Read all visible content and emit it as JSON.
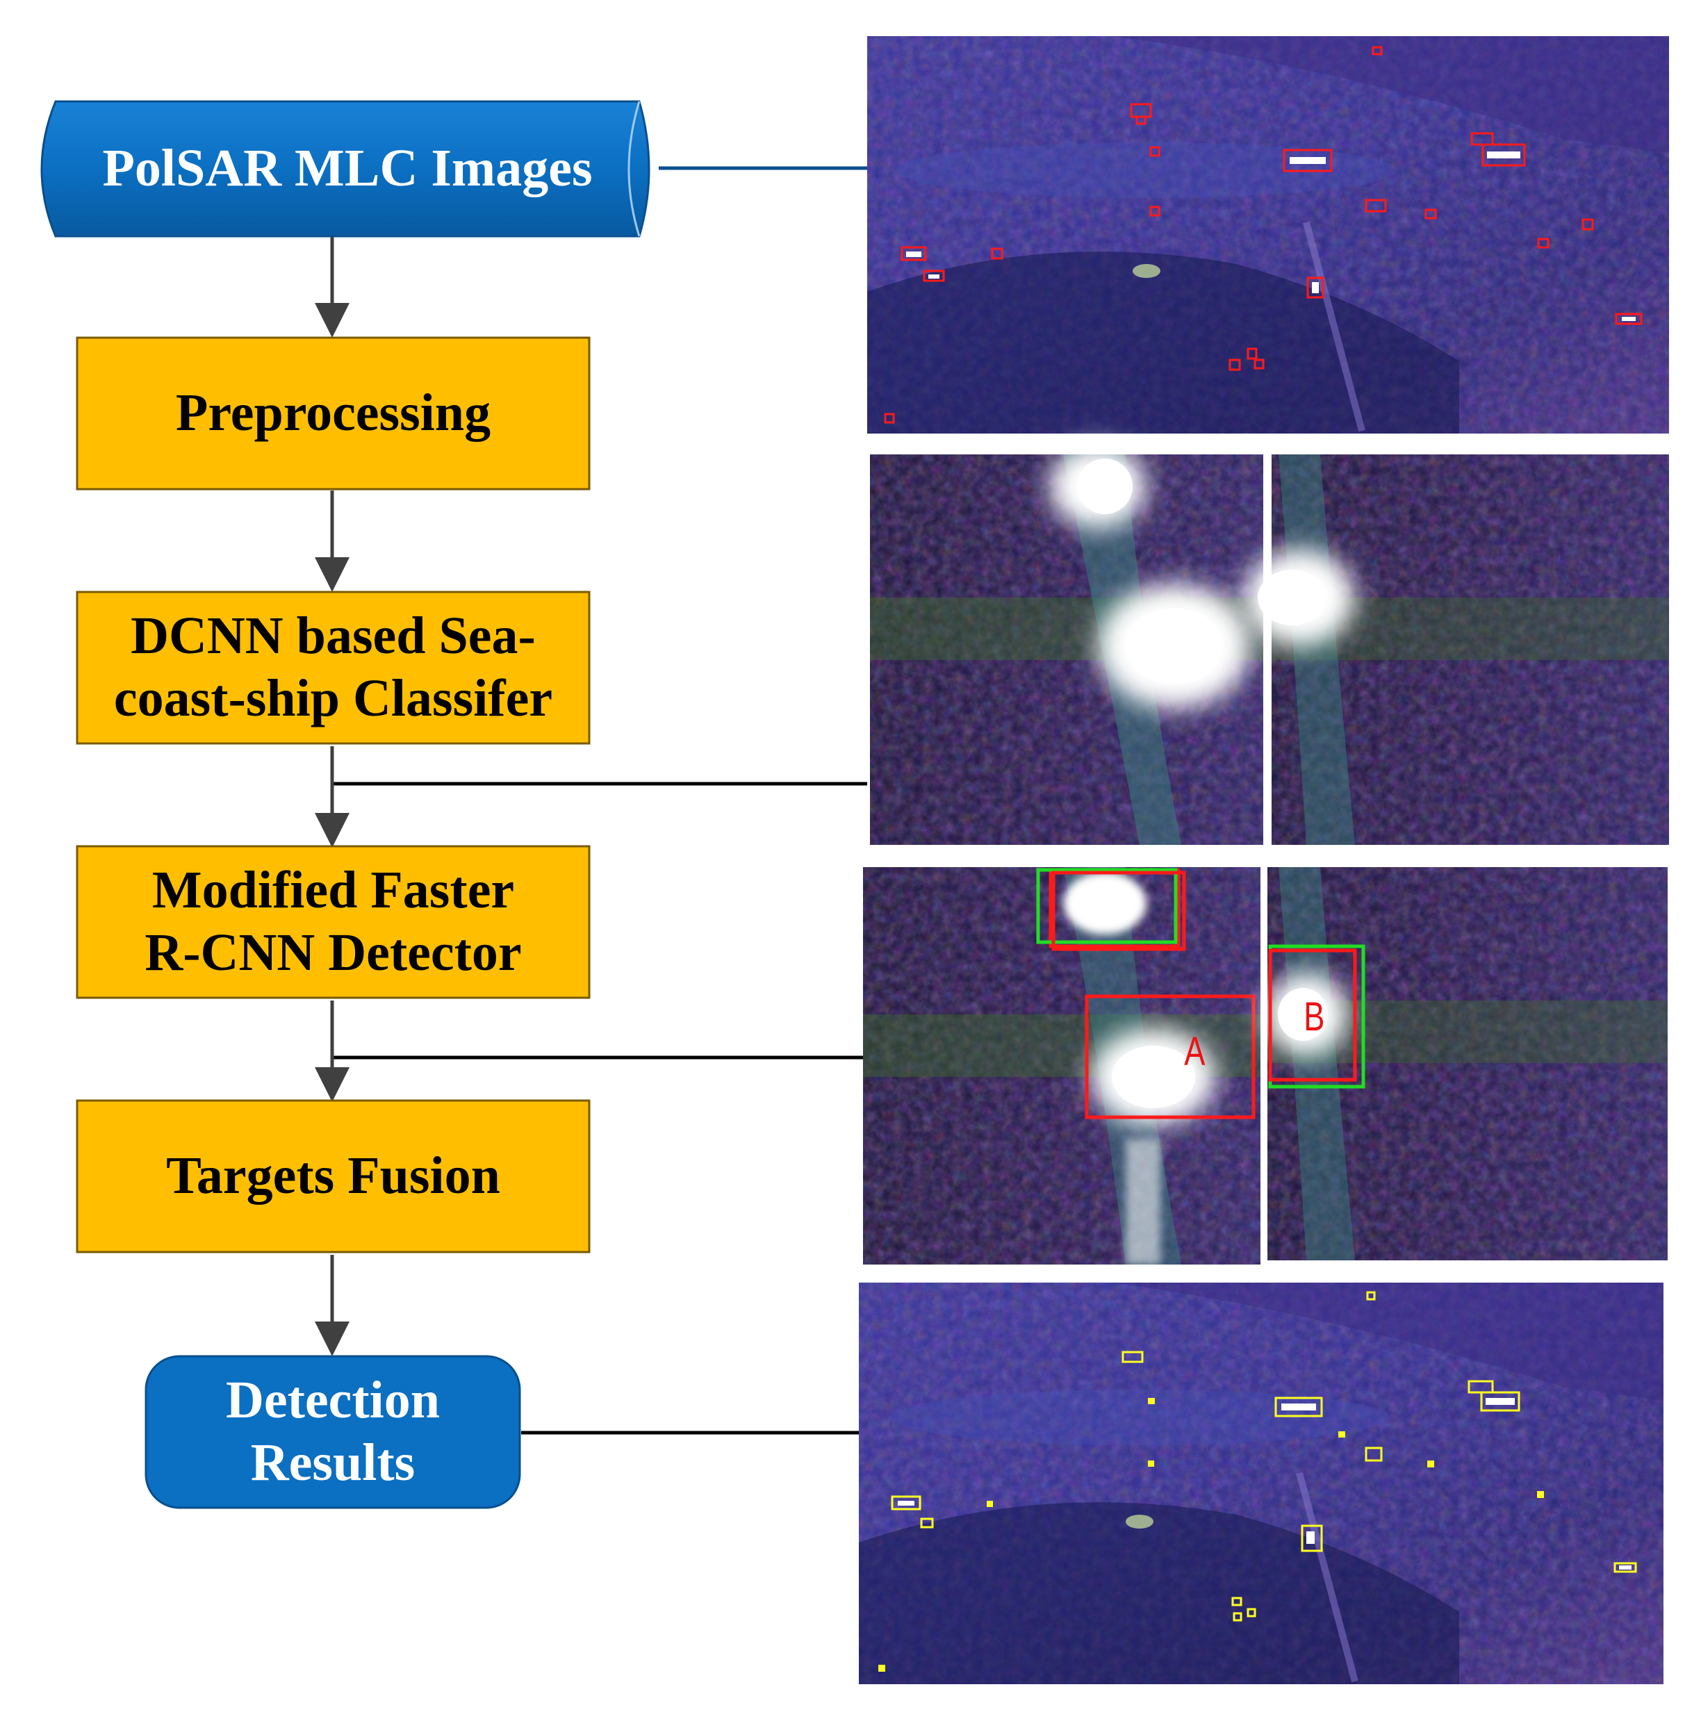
{
  "colors": {
    "blue_fill": "#0b6fc2",
    "box_fill": "#ffbf00",
    "box_border": "#7a5a00",
    "arrow": "#404040",
    "connector": "#000000",
    "sar_background": "#262a8c",
    "detection_red": "#ff1a1a",
    "detection_green": "#22dd22",
    "result_yellow": "#ffff22"
  },
  "flow": {
    "input": {
      "label": "PolSAR MLC Images",
      "shape": "cylinder-data"
    },
    "steps": [
      {
        "label": "Preprocessing"
      },
      {
        "label": "DCNN based Sea-\ncoast-ship Classifer"
      },
      {
        "label": "Modified Faster\nR-CNN Detector"
      },
      {
        "label": "Targets Fusion"
      }
    ],
    "output": {
      "label": "Detection\nResults",
      "shape": "rounded-terminal"
    }
  },
  "images": {
    "input_scene": {
      "description_icon": "polsar-scene-icon",
      "box_color": "red"
    },
    "classifier_patches": {
      "count": 2
    },
    "detector_patches": {
      "labels": [
        "A",
        "B"
      ]
    },
    "result_scene": {
      "box_color": "yellow"
    }
  }
}
